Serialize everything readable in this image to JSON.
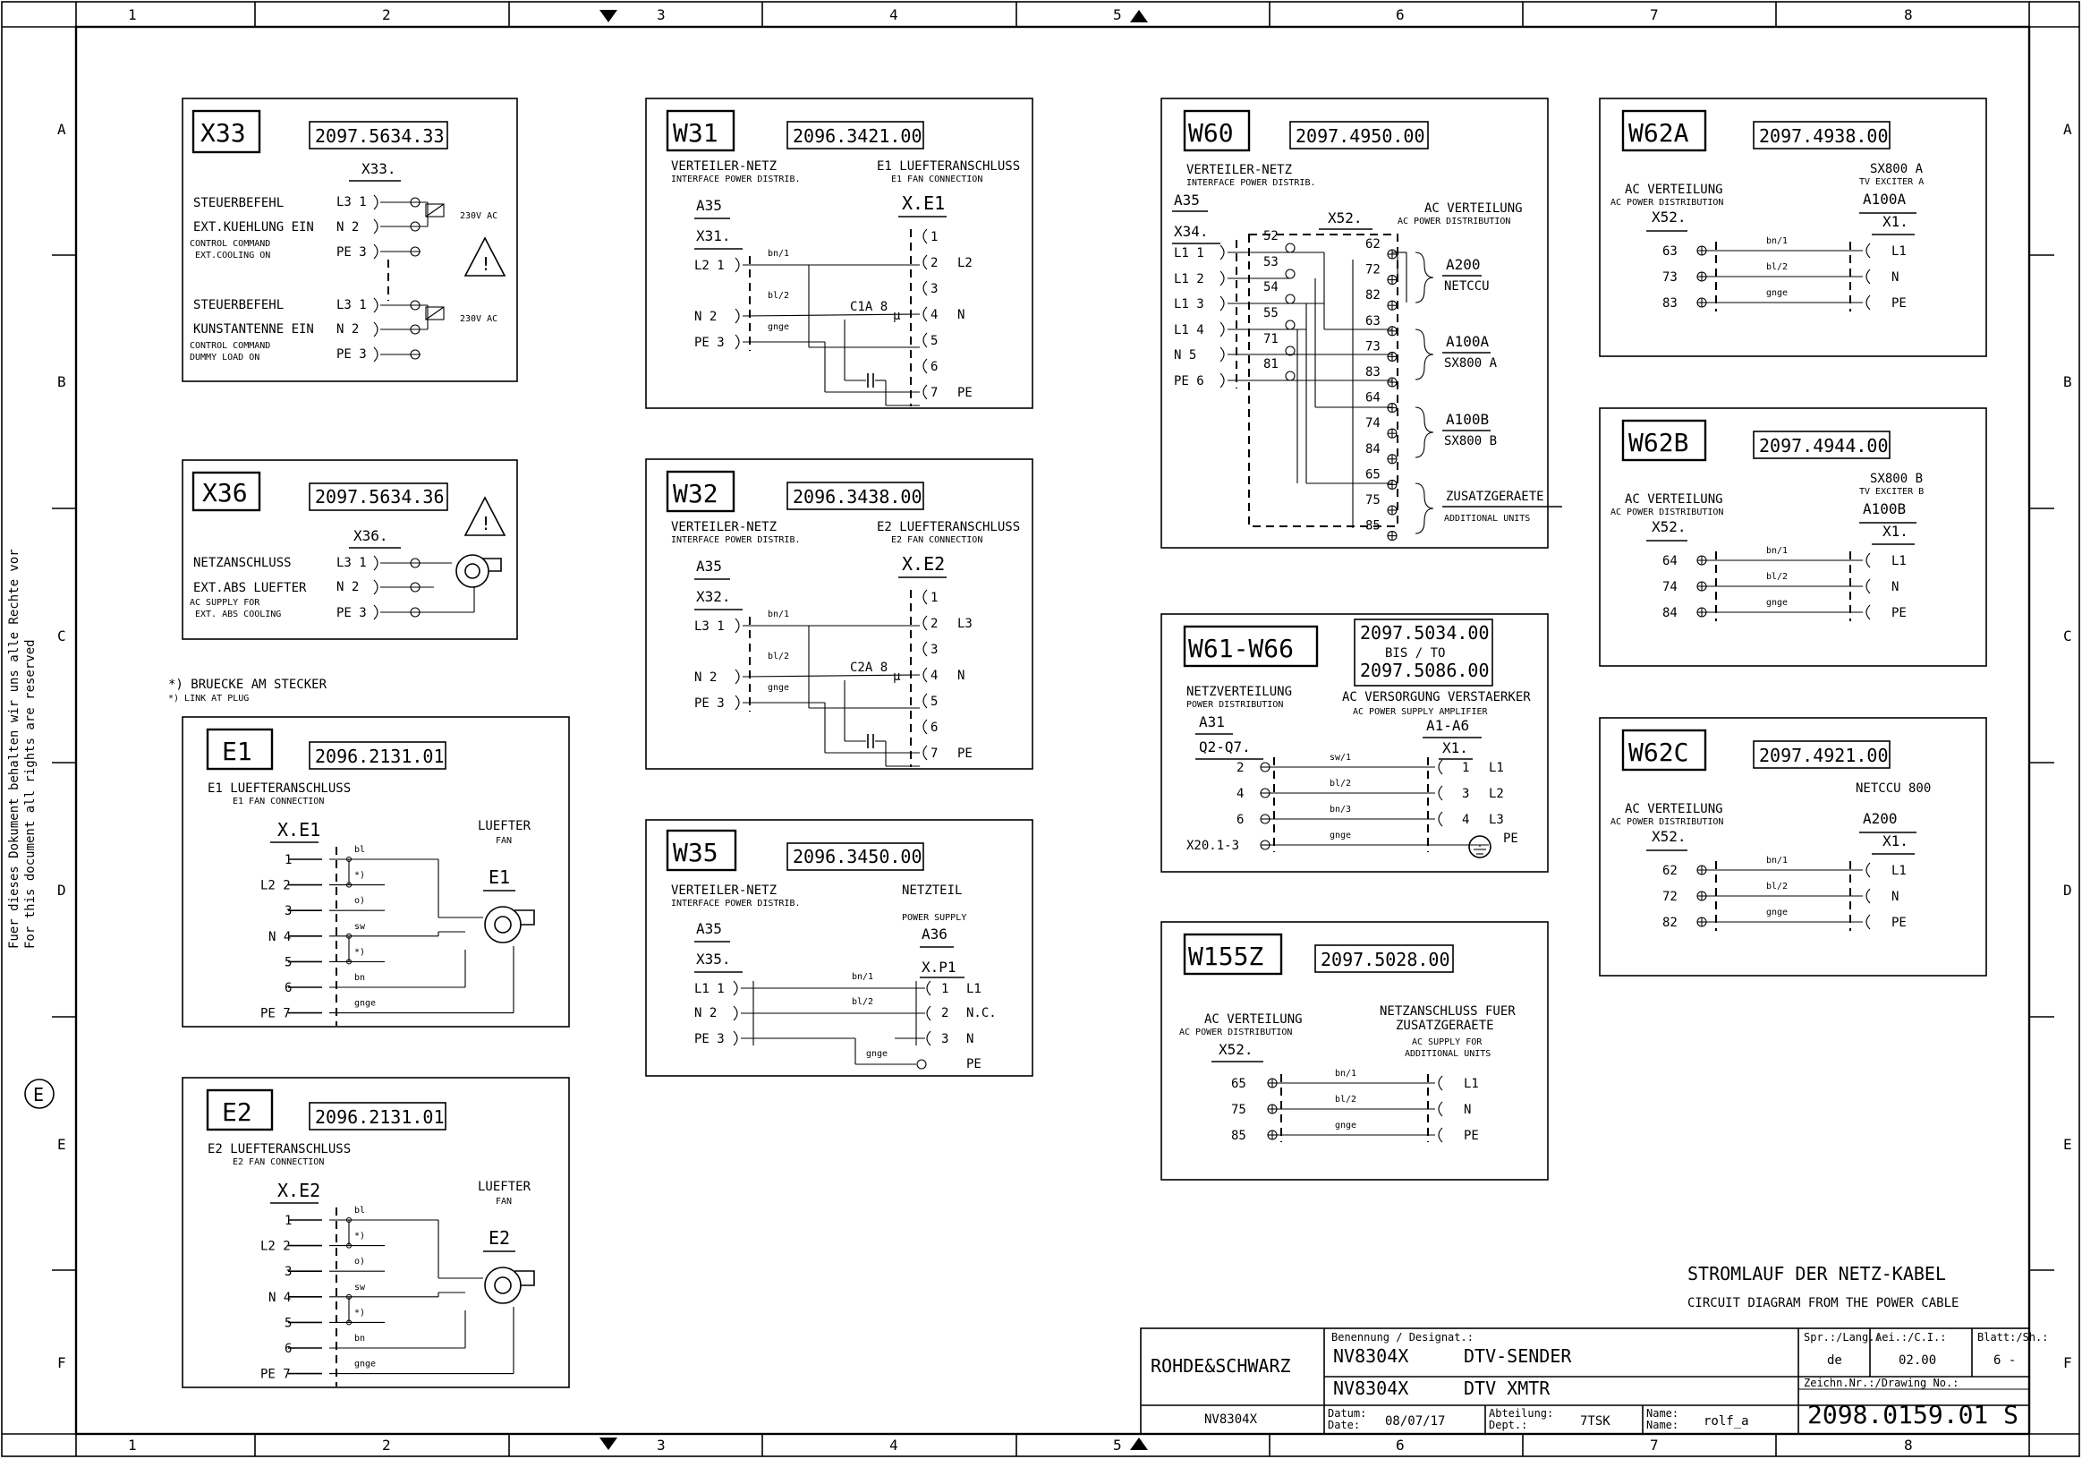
{
  "grid": {
    "columns": [
      "1",
      "2",
      "3",
      "4",
      "5",
      "6",
      "7",
      "8"
    ],
    "rows": [
      "A",
      "B",
      "C",
      "D",
      "E",
      "F"
    ]
  },
  "side_note": {
    "line1": "Fuer dieses Dokument behalten wir uns alle Rechte vor",
    "line2": "For this document all rights are reserved"
  },
  "revision_mark": "E",
  "footnote": {
    "de": "*) BRUECKE AM STECKER",
    "en": "*) LINK AT PLUG"
  },
  "x33": {
    "tag": "X33",
    "part": "2097.5634.33",
    "plug": "X33.",
    "g1_de": "STEUERBEFEHL",
    "g1_de2": "EXT.KUEHLUNG EIN",
    "g1_en": "CONTROL COMMAND",
    "g1_en2": "EXT.COOLING ON",
    "g2_de": "STEUERBEFEHL",
    "g2_de2": "KUNSTANTENNE EIN",
    "g2_en": "CONTROL COMMAND",
    "g2_en2": "DUMMY LOAD ON",
    "pins": [
      "L3 1",
      "N 2",
      "PE 3"
    ],
    "relay": "230V AC"
  },
  "x36": {
    "tag": "X36",
    "part": "2097.5634.36",
    "plug": "X36.",
    "de": "NETZANSCHLUSS",
    "de2": "EXT.ABS LUEFTER",
    "en": "AC SUPPLY FOR",
    "en2": "EXT. ABS COOLING",
    "pins": [
      "L3 1",
      "N 2",
      "PE 3"
    ]
  },
  "e1": {
    "tag": "E1",
    "part": "2096.2131.01",
    "de": "E1 LUEFTERANSCHLUSS",
    "en": "E1 FAN CONNECTION",
    "plug": "X.E1",
    "fan_de": "LUEFTER",
    "fan_en": "FAN",
    "fan_tag": "E1",
    "pins": [
      "1",
      "L2 2",
      "3",
      "N 4",
      "5",
      "6",
      "PE 7"
    ],
    "wires": [
      "bl",
      "*)",
      "o)",
      "sw",
      "*)",
      "bn",
      "gnge"
    ]
  },
  "e2": {
    "tag": "E2",
    "part": "2096.2131.01",
    "de": "E2 LUEFTERANSCHLUSS",
    "en": "E2 FAN CONNECTION",
    "plug": "X.E2",
    "fan_de": "LUEFTER",
    "fan_en": "FAN",
    "fan_tag": "E2",
    "pins": [
      "1",
      "L2 2",
      "3",
      "N 4",
      "5",
      "6",
      "PE 7"
    ],
    "wires": [
      "bl",
      "*)",
      "o)",
      "sw",
      "*)",
      "bn",
      "gnge"
    ]
  },
  "w31": {
    "tag": "W31",
    "part": "2096.3421.00",
    "left_de": "VERTEILER-NETZ",
    "left_en": "INTERFACE POWER DISTRIB.",
    "left_ref": "A35",
    "left_plug": "X31.",
    "right_de": "E1 LUEFTERANSCHLUSS",
    "right_en": "E1 FAN CONNECTION",
    "right_plug": "X.E1",
    "left_pins": [
      "L2 1",
      "N 2",
      "PE 3"
    ],
    "right_pins": [
      "1",
      "2",
      "3",
      "4",
      "5",
      "6",
      "7"
    ],
    "right_labels": [
      "",
      "L2",
      "",
      "N",
      "",
      "",
      "PE"
    ],
    "wires": [
      "bn/1",
      "bl/2",
      "gnge"
    ],
    "cap": "C1A  8",
    "mu": "µ"
  },
  "w32": {
    "tag": "W32",
    "part": "2096.3438.00",
    "left_de": "VERTEILER-NETZ",
    "left_en": "INTERFACE POWER DISTRIB.",
    "left_ref": "A35",
    "left_plug": "X32.",
    "right_de": "E2 LUEFTERANSCHLUSS",
    "right_en": "E2 FAN CONNECTION",
    "right_plug": "X.E2",
    "left_pins": [
      "L3 1",
      "N 2",
      "PE 3"
    ],
    "right_pins": [
      "1",
      "2",
      "3",
      "4",
      "5",
      "6",
      "7"
    ],
    "right_labels": [
      "",
      "L3",
      "",
      "N",
      "",
      "",
      "PE"
    ],
    "wires": [
      "bn/1",
      "bl/2",
      "gnge"
    ],
    "cap": "C2A  8",
    "mu": "µ"
  },
  "w35": {
    "tag": "W35",
    "part": "2096.3450.00",
    "left_de": "VERTEILER-NETZ",
    "left_en": "INTERFACE POWER DISTRIB.",
    "left_ref": "A35",
    "left_plug": "X35.",
    "right_de": "NETZTEIL",
    "right_en": "POWER SUPPLY",
    "right_ref": "A36",
    "right_plug": "X.P1",
    "left_pins": [
      "L1 1",
      "N 2",
      "PE 3"
    ],
    "right_pins": [
      "1",
      "2",
      "3"
    ],
    "right_labels": [
      "L1",
      "N.C.",
      "N",
      "PE"
    ],
    "wires": [
      "bn/1",
      "bl/2",
      "gnge"
    ]
  },
  "w60": {
    "tag": "W60",
    "part": "2097.4950.00",
    "left_de": "VERTEILER-NETZ",
    "left_en": "INTERFACE POWER DISTRIB.",
    "left_ref": "A35",
    "left_plug": "X34.",
    "left_pins": [
      "L1 1",
      "L1 2",
      "L1 3",
      "L1 4",
      "N 5",
      "PE 6"
    ],
    "mid_plug": "X52.",
    "mid_de": "AC VERTEILUNG",
    "mid_en": "AC POWER DISTRIBUTION",
    "inner_left": [
      "52",
      "53",
      "54",
      "55",
      "71",
      "81"
    ],
    "inner_right": [
      "62",
      "72",
      "82",
      "63",
      "73",
      "83",
      "64",
      "74",
      "84",
      "65",
      "75",
      "85"
    ],
    "groups": [
      {
        "tag": "A200",
        "name": "NETCCU"
      },
      {
        "tag": "A100A",
        "name": "SX800 A"
      },
      {
        "tag": "A100B",
        "name": "SX800 B"
      },
      {
        "tag": "ZUSATZGERAETE",
        "name": "ADDITIONAL UNITS"
      }
    ]
  },
  "w61": {
    "tag": "W61-W66",
    "part": "2097.5034.00",
    "bis": "BIS /  TO",
    "part2": "2097.5086.00",
    "left_de": "NETZVERTEILUNG",
    "left_en": "POWER DISTRIBUTION",
    "left_ref": "A31",
    "left_plug": "Q2-Q7.",
    "right_de": "AC VERSORGUNG VERSTAERKER",
    "right_en": "AC POWER SUPPLY AMPLIFIER",
    "right_ref": "A1-A6",
    "right_plug": "X1.",
    "left_pins": [
      "2",
      "4",
      "6",
      "X20.1-3"
    ],
    "right_pins": [
      "1",
      "3",
      "4"
    ],
    "right_labels": [
      "L1",
      "L2",
      "L3",
      "PE"
    ],
    "wires": [
      "sw/1",
      "bl/2",
      "bn/3",
      "gnge"
    ]
  },
  "w155z": {
    "tag": "W155Z",
    "part": "2097.5028.00",
    "left_de": "AC VERTEILUNG",
    "left_en": "AC POWER DISTRIBUTION",
    "left_plug": "X52.",
    "right_de": "NETZANSCHLUSS FUER",
    "right_de2": "ZUSATZGERAETE",
    "right_en": "AC SUPPLY FOR",
    "right_en2": "ADDITIONAL UNITS",
    "left_pins": [
      "65",
      "75",
      "85"
    ],
    "right_labels": [
      "L1",
      "N",
      "PE"
    ],
    "wires": [
      "bn/1",
      "bl/2",
      "gnge"
    ]
  },
  "w62a": {
    "tag": "W62A",
    "part": "2097.4938.00",
    "left_de": "AC VERTEILUNG",
    "left_en": "AC POWER DISTRIBUTION",
    "left_plug": "X52.",
    "right_de": "SX800 A",
    "right_en": "TV EXCITER A",
    "right_ref": "A100A",
    "right_plug": "X1.",
    "left_pins": [
      "63",
      "73",
      "83"
    ],
    "right_labels": [
      "L1",
      "N",
      "PE"
    ],
    "wires": [
      "bn/1",
      "bl/2",
      "gnge"
    ]
  },
  "w62b": {
    "tag": "W62B",
    "part": "2097.4944.00",
    "left_de": "AC VERTEILUNG",
    "left_en": "AC POWER DISTRIBUTION",
    "left_plug": "X52.",
    "right_de": "SX800 B",
    "right_en": "TV EXCITER B",
    "right_ref": "A100B",
    "right_plug": "X1.",
    "left_pins": [
      "64",
      "74",
      "84"
    ],
    "right_labels": [
      "L1",
      "N",
      "PE"
    ],
    "wires": [
      "bn/1",
      "bl/2",
      "gnge"
    ]
  },
  "w62c": {
    "tag": "W62C",
    "part": "2097.4921.00",
    "left_de": "AC VERTEILUNG",
    "left_en": "AC POWER DISTRIBUTION",
    "left_plug": "X52.",
    "right_de": "NETCCU 800",
    "right_en": "",
    "right_ref": "A200",
    "right_plug": "X1.",
    "left_pins": [
      "62",
      "72",
      "82"
    ],
    "right_labels": [
      "L1",
      "N",
      "PE"
    ],
    "wires": [
      "bn/1",
      "bl/2",
      "gnge"
    ]
  },
  "drawing_title": {
    "de": "STROMLAUF DER NETZ-KABEL",
    "en": "CIRCUIT DIAGRAM FROM THE POWER CABLE"
  },
  "titleblock": {
    "company": "ROHDE&SCHWARZ",
    "model": "NV8304X",
    "benennung_label": "Benennung / Designat.:",
    "line1a": "NV8304X",
    "line1b": "DTV-SENDER",
    "line2a": "NV8304X",
    "line2b": "DTV  XMTR",
    "datum_label": "Datum:",
    "date_label": "Date:",
    "date": "08/07/17",
    "abt_label": "Abteilung:",
    "dept_label": "Dept.:",
    "dept": "7TSK",
    "name_label": "Name:",
    "name_label2": "Name:",
    "name": "rolf_a",
    "lang_label": "Spr.:/Lang.:",
    "lang": "de",
    "aei_label": "Aei.:/C.I.:",
    "aei": "02.00",
    "sheet_label": "Blatt:/Sh.:",
    "sheet": "6 -",
    "drawno_label": "Zeichn.Nr.:/Drawing No.:",
    "drawno": "2098.0159.01 S"
  }
}
